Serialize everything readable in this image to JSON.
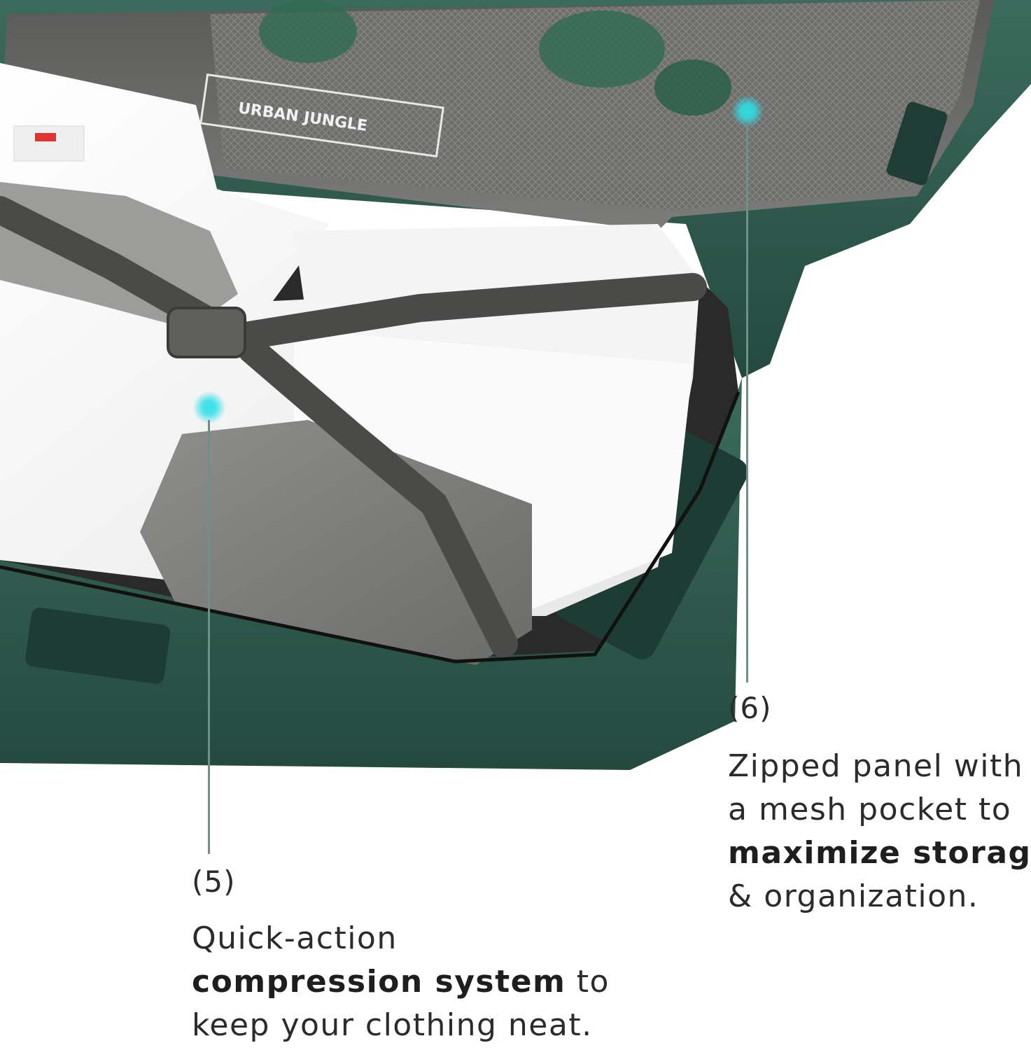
{
  "image": {
    "accent_color": "#2de0e8",
    "shell_color": "#2f5a4d",
    "lining_color": "#7a7a78",
    "brand_tag": "URBAN JUNGLE"
  },
  "callouts": [
    {
      "number": "(6)",
      "lines": [
        {
          "plain_before": "Zipped panel with",
          "bold": "",
          "plain_after": ""
        },
        {
          "plain_before": "a mesh pocket to",
          "bold": "",
          "plain_after": ""
        },
        {
          "plain_before": "",
          "bold": "maximize storage",
          "plain_after": ""
        },
        {
          "plain_before": "& organization.",
          "bold": "",
          "plain_after": ""
        }
      ]
    },
    {
      "number": "(5)",
      "lines": [
        {
          "plain_before": "Quick-action",
          "bold": "",
          "plain_after": ""
        },
        {
          "plain_before": "",
          "bold": "compression system",
          "plain_after": " to"
        },
        {
          "plain_before": "keep your clothing neat.",
          "bold": "",
          "plain_after": ""
        }
      ]
    }
  ]
}
